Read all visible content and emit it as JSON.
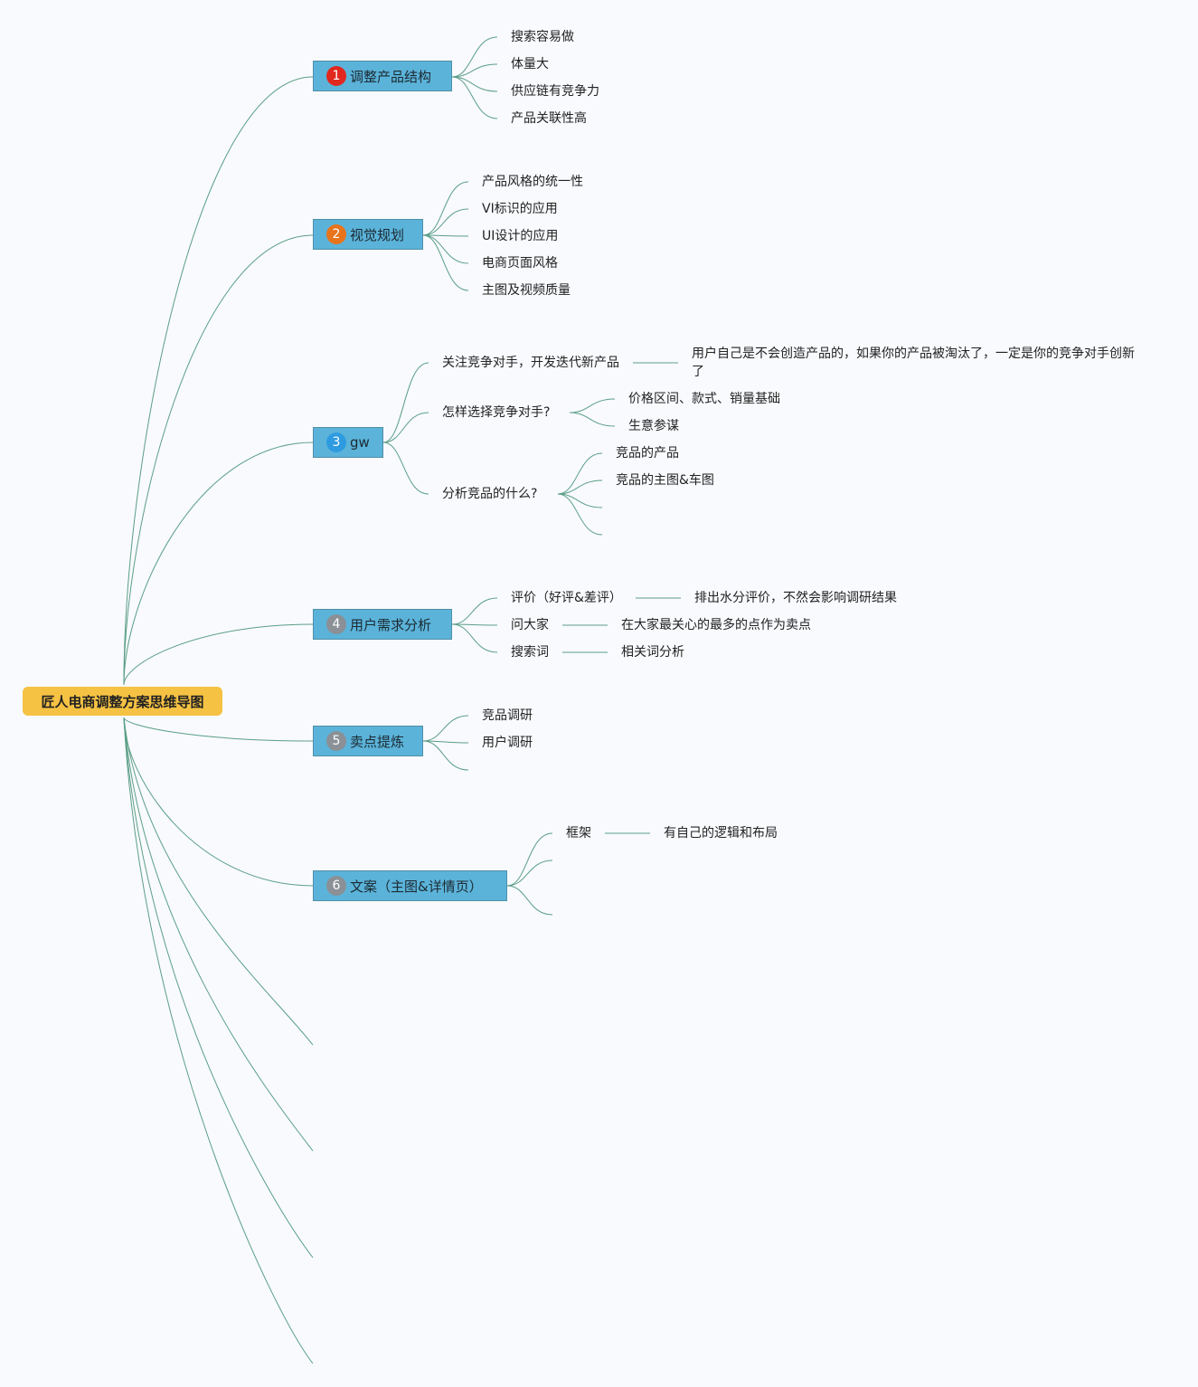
{
  "root": {
    "title": "匠人电商调整方案思维导图"
  },
  "colors": {
    "root_bg": "#f6c243",
    "topic_bg": "#5bb3d9",
    "line": "#5b9e86",
    "marker_1": "#e0281f",
    "marker_2": "#e8741c",
    "marker_3": "#2e9be0",
    "marker_other": "#8a9096"
  },
  "topics": [
    {
      "marker": "1",
      "label": "调整产品结构",
      "children": [
        "搜索容易做",
        "体量大",
        "供应链有竞争力",
        "产品关联性高"
      ]
    },
    {
      "marker": "2",
      "label": "视觉规划",
      "children": [
        "产品风格的统一性",
        "VI标识的应用",
        "UI设计的应用",
        "电商页面风格",
        "主图及视频质量"
      ]
    },
    {
      "marker": "3",
      "label": "gw",
      "children": [
        {
          "label": "关注竞争对手，开发迭代新产品",
          "children": [
            "用户自己是不会创造产品的，如果你的产品被淘汰了，一定是你的竞争对手创新了"
          ]
        },
        {
          "label": "怎样选择竞争对手?",
          "children": [
            "价格区间、款式、销量基础",
            "生意参谋"
          ]
        },
        {
          "label": "分析竞品的什么?",
          "children": [
            "竞品的产品",
            "竞品的主图&车图"
          ]
        }
      ]
    },
    {
      "marker": "4",
      "label": "用户需求分析",
      "children": [
        {
          "label": "评价（好评&差评）",
          "children": [
            "排出水分评价，不然会影响调研结果"
          ]
        },
        {
          "label": "问大家",
          "children": [
            "在大家最关心的最多的点作为卖点"
          ]
        },
        {
          "label": "搜索词",
          "children": [
            "相关词分析"
          ]
        }
      ]
    },
    {
      "marker": "5",
      "label": "卖点提炼",
      "children": [
        "竞品调研",
        "用户调研"
      ]
    },
    {
      "marker": "6",
      "label": "文案（主图&详情页）",
      "children": [
        {
          "label": "框架",
          "children": [
            "有自己的逻辑和布局"
          ]
        }
      ]
    }
  ]
}
